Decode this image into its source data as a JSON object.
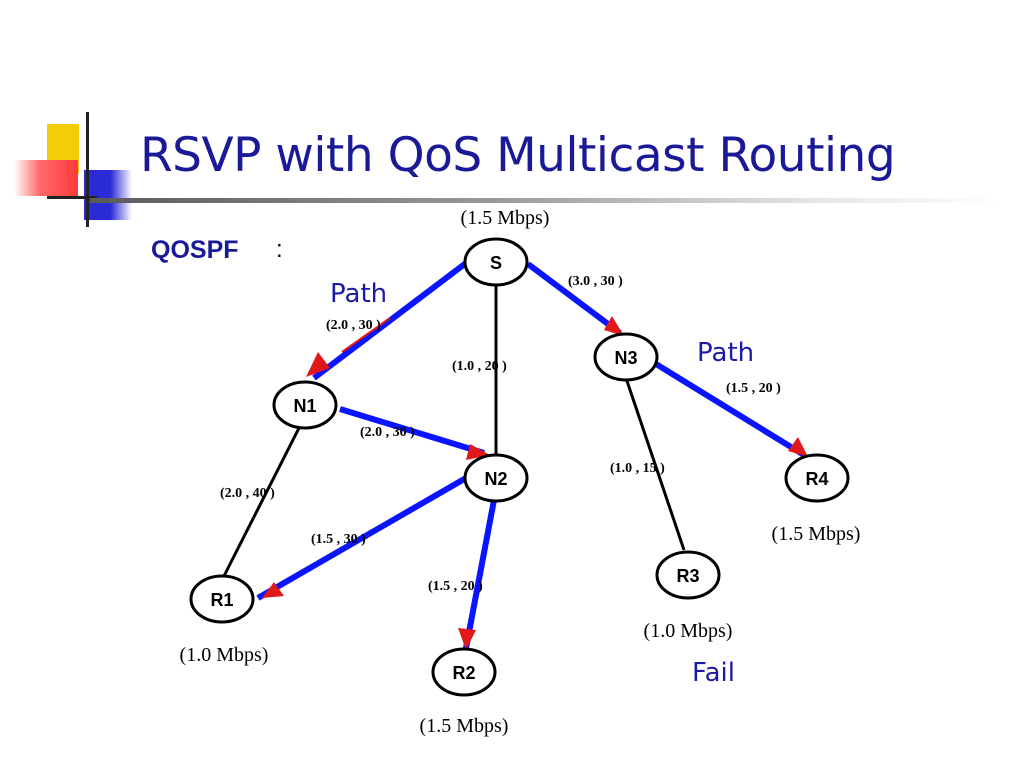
{
  "slide": {
    "title": "RSVP with QoS Multicast Routing",
    "subtitle": "QOSPF",
    "subtitle_colon": ":"
  },
  "nodes": [
    {
      "id": "S",
      "label": "S",
      "bandwidth": "(1.5 Mbps)"
    },
    {
      "id": "N1",
      "label": "N1",
      "bandwidth": ""
    },
    {
      "id": "N2",
      "label": "N2",
      "bandwidth": ""
    },
    {
      "id": "N3",
      "label": "N3",
      "bandwidth": ""
    },
    {
      "id": "R1",
      "label": "R1",
      "bandwidth": "(1.0 Mbps)"
    },
    {
      "id": "R2",
      "label": "R2",
      "bandwidth": "(1.5 Mbps)"
    },
    {
      "id": "R3",
      "label": "R3",
      "bandwidth": "(1.0 Mbps)"
    },
    {
      "id": "R4",
      "label": "R4",
      "bandwidth": "(1.5 Mbps)"
    }
  ],
  "edges": [
    {
      "from": "S",
      "to": "N1",
      "label": "(2.0 , 30 )",
      "selected": true
    },
    {
      "from": "S",
      "to": "N2",
      "label": "(1.0 , 20 )",
      "selected": false
    },
    {
      "from": "S",
      "to": "N3",
      "label": "(3.0 , 30 )",
      "selected": true
    },
    {
      "from": "N1",
      "to": "N2",
      "label": "(2.0 , 30 )",
      "selected": true
    },
    {
      "from": "N1",
      "to": "R1",
      "label": "(2.0 , 40 )",
      "selected": false
    },
    {
      "from": "N2",
      "to": "R1",
      "label": "(1.5 , 30 )",
      "selected": true
    },
    {
      "from": "N2",
      "to": "R2",
      "label": "(1.5 , 20 )",
      "selected": true
    },
    {
      "from": "N3",
      "to": "R3",
      "label": "(1.0 , 15 )",
      "selected": false
    },
    {
      "from": "N3",
      "to": "R4",
      "label": "(1.5 , 20 )",
      "selected": true
    }
  ],
  "annotations": {
    "path_left": "Path",
    "path_right": "Path",
    "fail": "Fail"
  },
  "colors": {
    "title": "#1a1a99",
    "path_line": "#0a14ff",
    "arrow": "#e01818",
    "plain_line": "#000000"
  }
}
